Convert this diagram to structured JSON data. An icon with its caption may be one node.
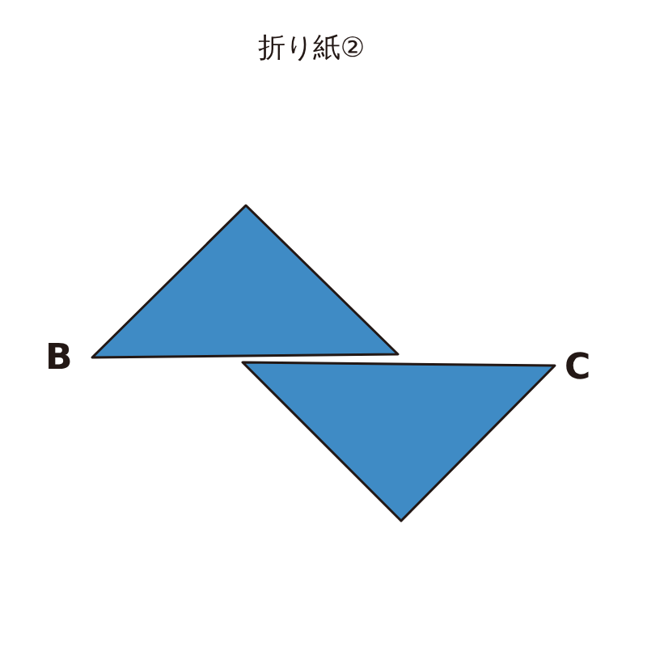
{
  "diagram": {
    "title": "折り紙②",
    "labels": [
      "B",
      "C"
    ]
  }
}
